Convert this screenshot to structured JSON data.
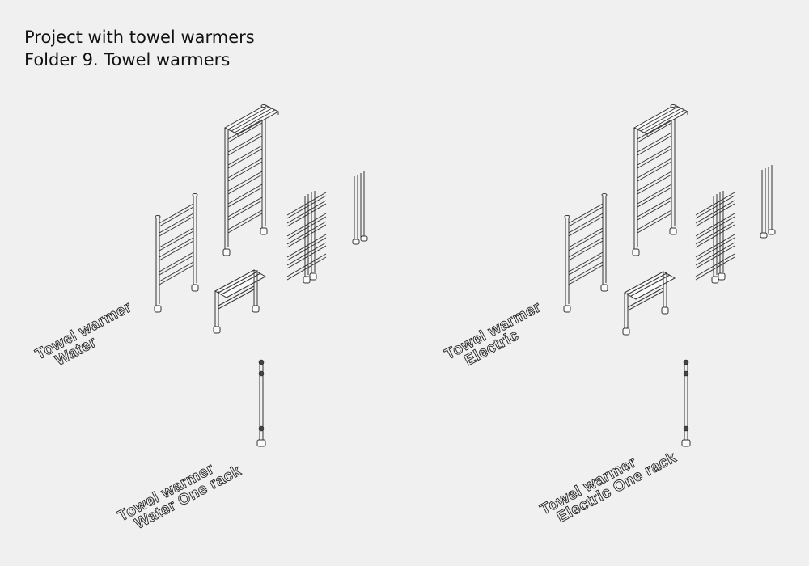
{
  "header": {
    "line1": "Project with towel warmers",
    "line2": "Folder 9. Towel warmers"
  },
  "groups": [
    {
      "id": "water",
      "label_line1": "Towel warmer",
      "label_line2": "Water"
    },
    {
      "id": "electric",
      "label_line1": "Towel warmer",
      "label_line2": "Electric"
    },
    {
      "id": "water-one-rack",
      "label_line1": "Towel warmer",
      "label_line2": "Water One rack"
    },
    {
      "id": "electric-one-rack",
      "label_line1": "Towel warmer",
      "label_line2": "Electric One rack"
    }
  ]
}
